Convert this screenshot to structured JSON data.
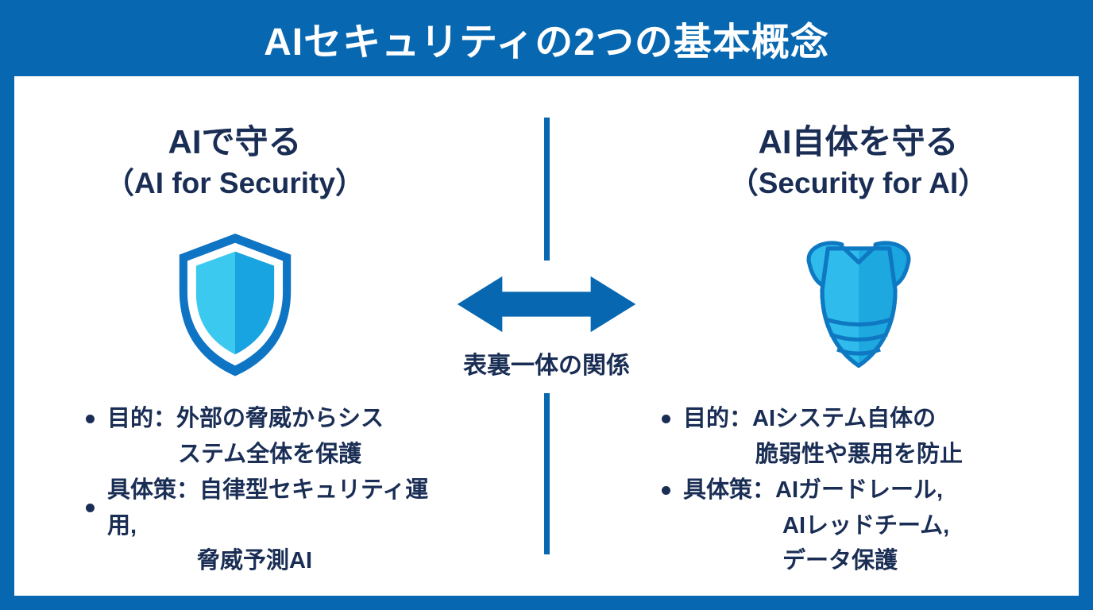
{
  "title": "AIセキュリティの2つの基本概念",
  "center": {
    "relation_label": "表裏一体の関係",
    "icon": "double-arrow-icon"
  },
  "left": {
    "heading_jp": "AIで守る",
    "heading_en": "（AI for Security）",
    "icon": "shield-icon",
    "bullets": {
      "line1": "目的：外部の脅威からシス",
      "line2": "ステム全体を保護",
      "line3": "具体策：自律型セキュリティ運用,",
      "line4": "脅威予測AI"
    }
  },
  "right": {
    "heading_jp": "AI自体を守る",
    "heading_en": "（Security for AI）",
    "icon": "armor-icon",
    "bullets": {
      "line1": "目的：AIシステム自体の",
      "line2": "脆弱性や悪用を防止",
      "line3": "具体策：AIガードレール,",
      "line4": "AIレッドチーム,",
      "line5": "データ保護"
    }
  },
  "colors": {
    "primary_blue": "#0768b1",
    "icon_cyan": "#3cc9f0",
    "icon_blue": "#18a4e0",
    "text_navy": "#1a2e55",
    "panel_white": "#ffffff"
  }
}
